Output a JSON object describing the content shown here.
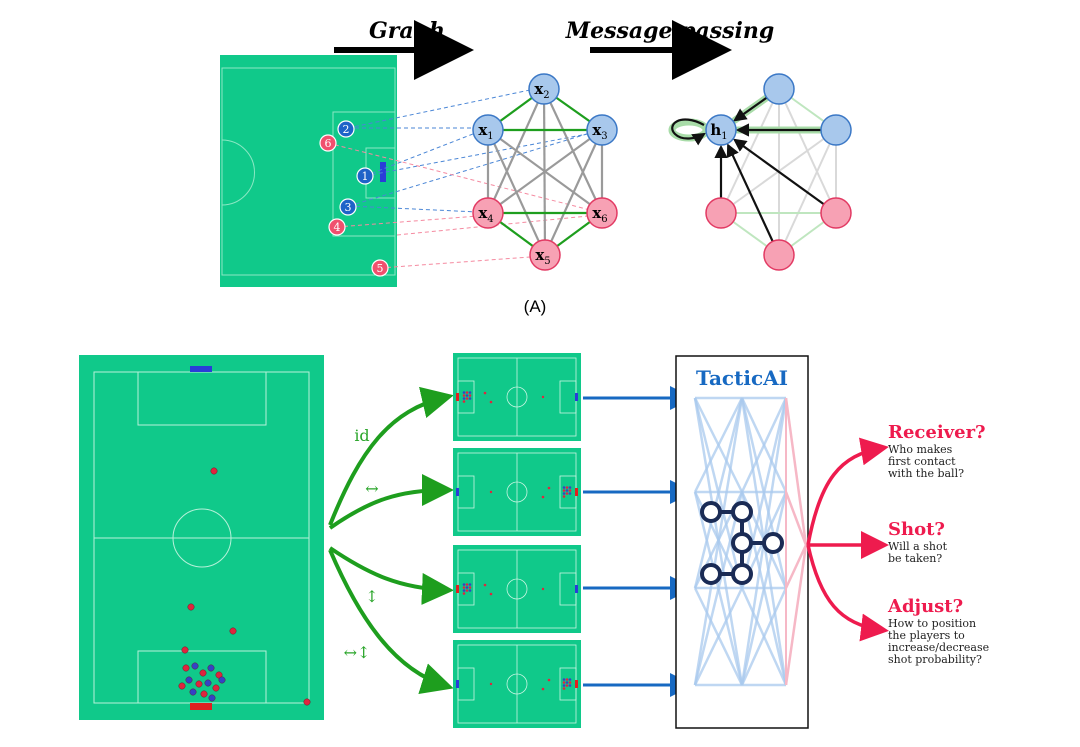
{
  "colors": {
    "pitch": "#10c98a",
    "pitch_line": "#c8f5e2",
    "attacker": "#f0506e",
    "attacker_fill": "#f7a1b4",
    "defender": "#1e63c8",
    "defender_fill": "#a8c8ec",
    "edge_green": "#1e9e1e",
    "edge_gray": "#9a9a9a",
    "tacticai_blue": "#1769c2",
    "output_red": "#ee1b4e",
    "gnn_navy": "#1a2b55"
  },
  "panel_a": {
    "graph_label": "Graph",
    "message_label": "Message passing",
    "caption": "(A)",
    "pitch_players": [
      {
        "id": "p2",
        "label": "2",
        "team": "defender"
      },
      {
        "id": "p6",
        "label": "6",
        "team": "attacker"
      },
      {
        "id": "p1",
        "label": "1",
        "team": "defender"
      },
      {
        "id": "p3",
        "label": "3",
        "team": "defender"
      },
      {
        "id": "p4",
        "label": "4",
        "team": "attacker"
      },
      {
        "id": "p5",
        "label": "5",
        "team": "attacker"
      }
    ],
    "nodes": [
      {
        "id": "x2",
        "base": "x",
        "sub": "2",
        "team": "defender"
      },
      {
        "id": "x1",
        "base": "x",
        "sub": "1",
        "team": "defender"
      },
      {
        "id": "x3",
        "base": "x",
        "sub": "3",
        "team": "defender"
      },
      {
        "id": "x4",
        "base": "x",
        "sub": "4",
        "team": "attacker"
      },
      {
        "id": "x6",
        "base": "x",
        "sub": "6",
        "team": "attacker"
      },
      {
        "id": "x5",
        "base": "x",
        "sub": "5",
        "team": "attacker"
      }
    ],
    "hidden_node": {
      "base": "h",
      "sub": "1"
    }
  },
  "panel_b": {
    "transforms": [
      "id",
      "↔",
      "↕",
      "↔↕"
    ],
    "model_title": "TacticAI",
    "outputs": [
      {
        "title": "Receiver?",
        "lines": [
          "Who makes",
          "first contact",
          "with the ball?"
        ]
      },
      {
        "title": "Shot?",
        "lines": [
          "Will a shot",
          "be taken?"
        ]
      },
      {
        "title": "Adjust?",
        "lines": [
          "How to position",
          "the players to",
          "increase/decrease",
          "shot probability?"
        ]
      }
    ]
  }
}
